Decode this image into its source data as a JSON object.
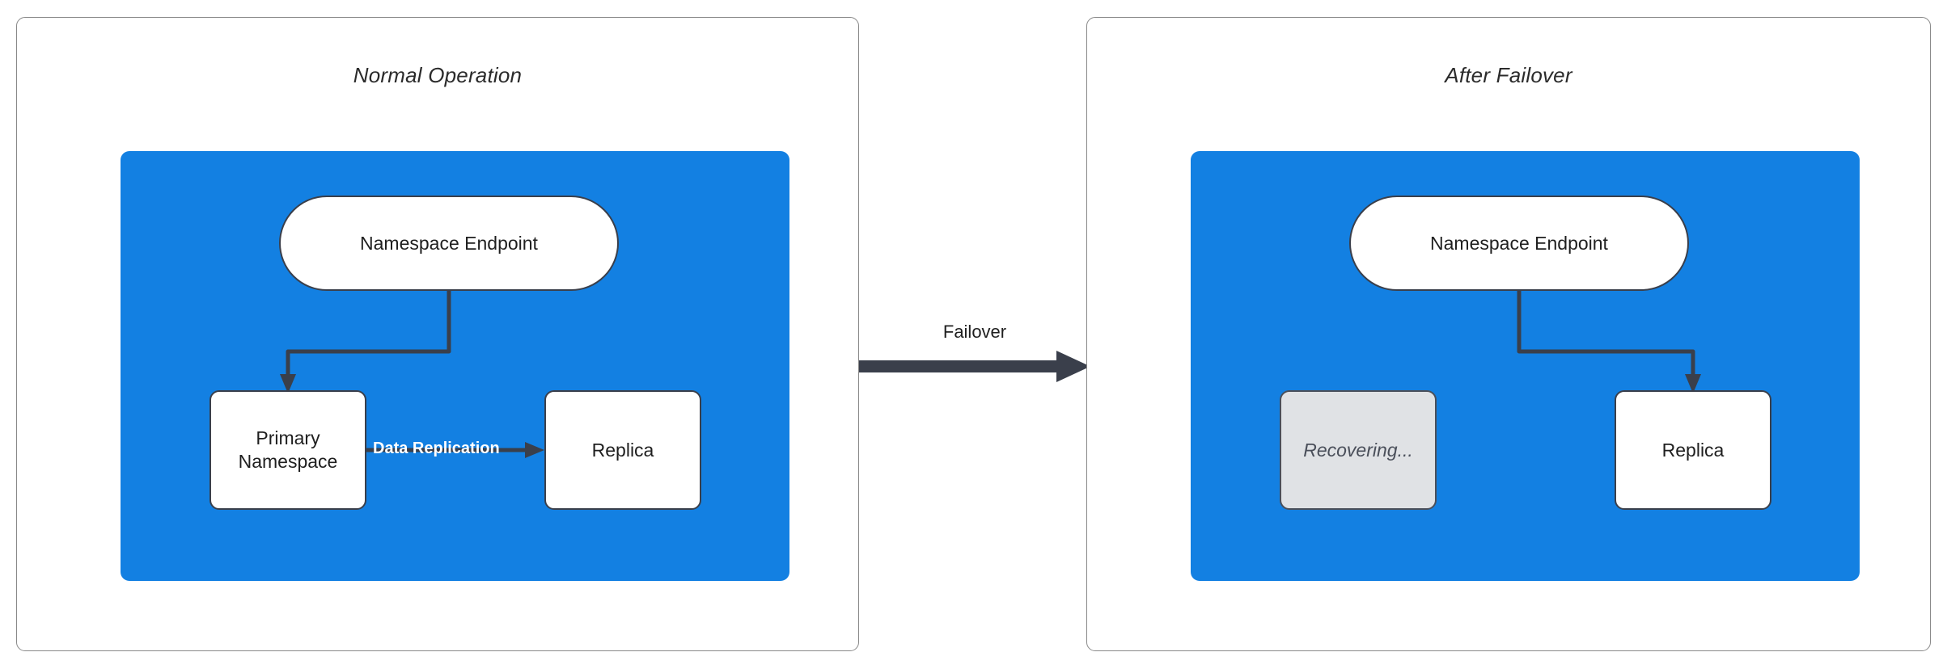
{
  "diagram": {
    "background_color": "#ffffff",
    "accent_blue": "#1380e2",
    "stroke_color": "#3a3f4b",
    "panel_border_color": "#888888",
    "recovering_fill": "#e0e2e5"
  },
  "panels": [
    {
      "id": "normal-operation",
      "title": "Normal Operation",
      "nodes": [
        {
          "id": "namespace-endpoint",
          "label": "Namespace Endpoint",
          "shape": "pill",
          "fill": "#ffffff"
        },
        {
          "id": "primary-namespace",
          "label": "Primary\nNamespace",
          "line1": "Primary",
          "line2": "Namespace",
          "shape": "rect",
          "fill": "#ffffff"
        },
        {
          "id": "replica",
          "label": "Replica",
          "shape": "rect",
          "fill": "#ffffff"
        }
      ],
      "edges": [
        {
          "from": "namespace-endpoint",
          "to": "primary-namespace",
          "label": ""
        },
        {
          "from": "primary-namespace",
          "to": "replica",
          "label": "Data Replication",
          "label_color": "#ffffff",
          "bold": true
        }
      ]
    },
    {
      "id": "after-failover",
      "title": "After Failover",
      "nodes": [
        {
          "id": "namespace-endpoint",
          "label": "Namespace Endpoint",
          "shape": "pill",
          "fill": "#ffffff"
        },
        {
          "id": "recovering",
          "label": "Recovering...",
          "shape": "rect",
          "fill": "#e0e2e5",
          "italic": true
        },
        {
          "id": "replica",
          "label": "Replica",
          "shape": "rect",
          "fill": "#ffffff"
        }
      ],
      "edges": [
        {
          "from": "namespace-endpoint",
          "to": "replica",
          "label": ""
        }
      ]
    }
  ],
  "transition": {
    "label": "Failover",
    "from_panel": "normal-operation",
    "to_panel": "after-failover",
    "arrow_color": "#3a3f4b"
  }
}
